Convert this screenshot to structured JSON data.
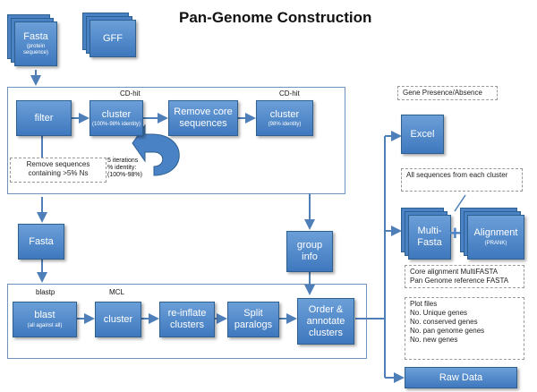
{
  "title": "Pan-Genome Construction",
  "inputs": {
    "fasta": {
      "label": "Fasta",
      "sub": "(protein sequence)"
    },
    "gff": {
      "label": "GFF"
    }
  },
  "cdhit_stage": {
    "filter": "filter",
    "cluster1": {
      "label": "cluster",
      "sub": "(100%-98% identity)"
    },
    "remove_core": "Remove core sequences",
    "cluster2": {
      "label": "cluster",
      "sub": "(98% identity)"
    },
    "cdhit_label_1": "CD-hit",
    "cdhit_label_2": "CD-hit",
    "remove_ns": "Remove sequences containing >5% Ns",
    "iterations": [
      "5 iterations",
      "% identity:",
      "(100%-98%)"
    ]
  },
  "middle": {
    "fasta": "Fasta",
    "group_info": "group info"
  },
  "mcl_stage": {
    "blastp_label": "blastp",
    "mcl_label": "MCL",
    "blast": {
      "label": "blast",
      "sub": "(all against all)"
    },
    "cluster": "cluster",
    "reinflate": "re-inflate clusters",
    "split": "Split paralogs",
    "order": "Order & annotate clusters"
  },
  "outputs": {
    "gene_presence": "Gene Presence/Absence",
    "excel": "Excel",
    "all_sequences": "All sequences from each cluster",
    "multi_fasta": "Multi-Fasta",
    "plus": "+",
    "alignment": {
      "label": "Alignment",
      "sub": "(PRANK)"
    },
    "core_alignment": [
      "Core alignment MultiFASTA",
      "Pan Genome reference FASTA"
    ],
    "plot_files": [
      "Plot files",
      "No. Unique genes",
      "No. conserved genes",
      "No. pan genome genes",
      "No. new genes"
    ],
    "raw_data": "Raw Data"
  },
  "colors": {
    "box_top": "#6b9fd8",
    "box_bottom": "#3f78be",
    "arrow": "#4f7fb8"
  }
}
